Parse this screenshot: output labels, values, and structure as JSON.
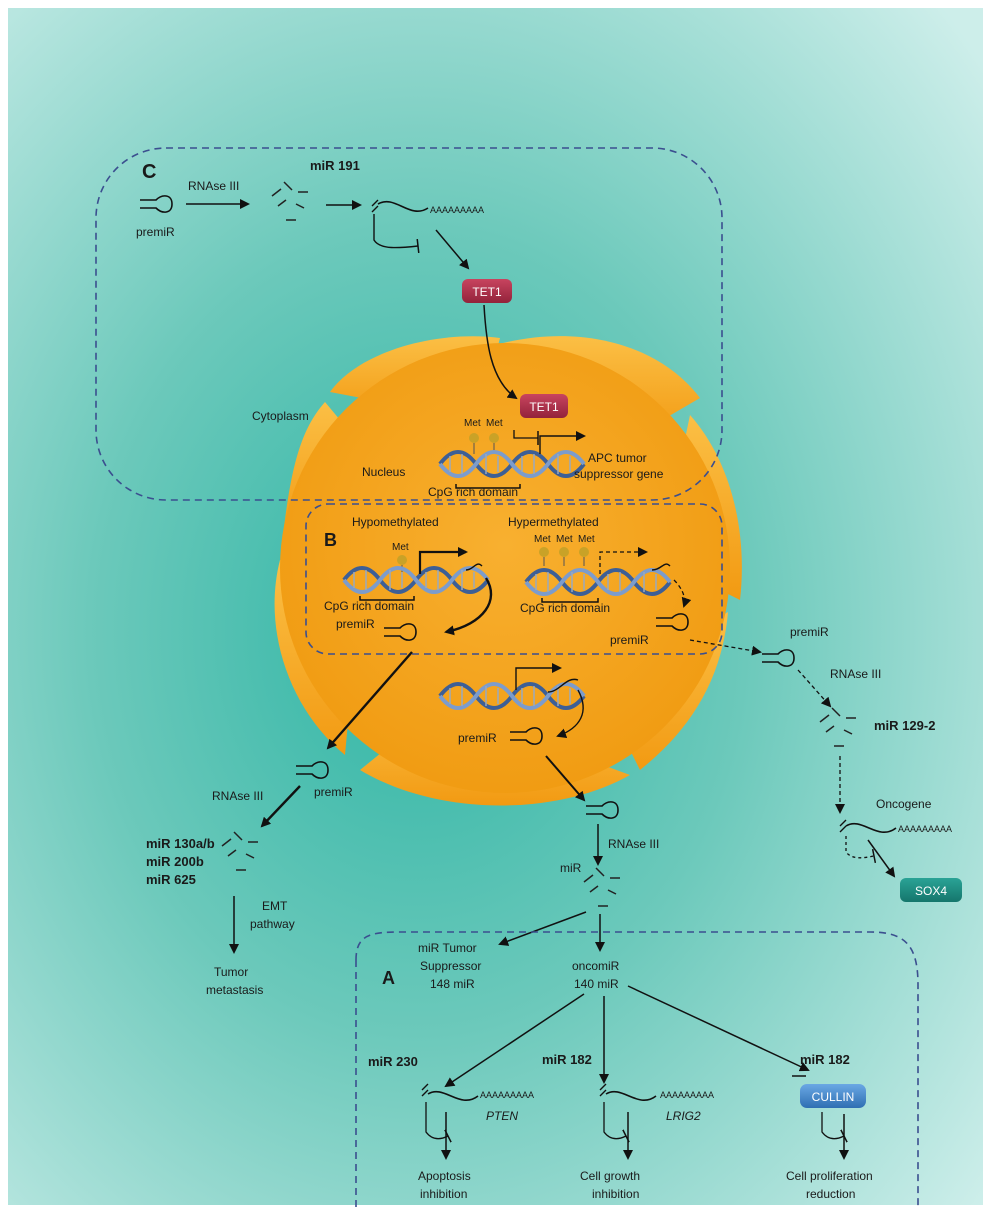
{
  "panel_c": {
    "letter": "C",
    "premir": "premiR",
    "rnase": "RNAse III",
    "mir": "miR 191",
    "polya": "AAAAAAAAA",
    "tet1_cytoplasm": "TET1",
    "tet1_nucleus": "TET1"
  },
  "cell": {
    "cytoplasm": "Cytoplasm",
    "nucleus": "Nucleus"
  },
  "apc": {
    "met1": "Met",
    "met2": "Met",
    "gene_line1": "APC tumor",
    "gene_line2": "suppressor gene",
    "cpg": "CpG rich domain"
  },
  "panel_b": {
    "letter": "B",
    "hypo": "Hypomethylated",
    "hyper": "Hypermethylated",
    "met_hypo": "Met",
    "met_hyper1": "Met",
    "met_hyper2": "Met",
    "met_hyper3": "Met",
    "cpg_left": "CpG rich domain",
    "cpg_right": "CpG rich domain",
    "premir_left": "premiR",
    "premir_right": "premiR"
  },
  "center": {
    "premir": "premiR"
  },
  "right_pathway": {
    "premir": "premiR",
    "rnase": "RNAse III",
    "mir": "miR 129-2",
    "oncogene": "Oncogene",
    "polya": "AAAAAAAAA",
    "sox4": "SOX4"
  },
  "left_pathway": {
    "premir": "premiR",
    "rnase": "RNAse III",
    "mir1": "miR 130a/b",
    "mir2": "miR 200b",
    "mir3": "miR 625",
    "emt1": "EMT",
    "emt2": "pathway",
    "out1": "Tumor",
    "out2": "metastasis"
  },
  "center_pathway": {
    "rnase": "RNAse III",
    "mir": "miR"
  },
  "panel_a": {
    "letter": "A",
    "ts1": "miR Tumor",
    "ts2": "Suppressor",
    "ts3": "148 miR",
    "onco1": "oncomiR",
    "onco2": "140 miR",
    "mir_left": "miR 230",
    "mir_mid": "miR 182",
    "mir_right": "miR 182",
    "polya_left": "AAAAAAAAA",
    "polya_mid": "AAAAAAAAA",
    "pten": "PTEN",
    "lrig2": "LRIG2",
    "cullin": "CULLIN",
    "out_left1": "Apoptosis",
    "out_left2": "inhibition",
    "out_mid1": "Cell growth",
    "out_mid2": "inhibition",
    "out_right1": "Cell proliferation",
    "out_right2": "reduction"
  },
  "colors": {
    "background": "#a8e0d6",
    "nucleus": "#f6a51f",
    "tet1": "#b0304a",
    "sox4": "#1e8f84",
    "cullin": "#4d8fd1",
    "met_bead": "#c9a227",
    "dna": "#4a6fa5",
    "dash_border": "#3b4f8f"
  }
}
